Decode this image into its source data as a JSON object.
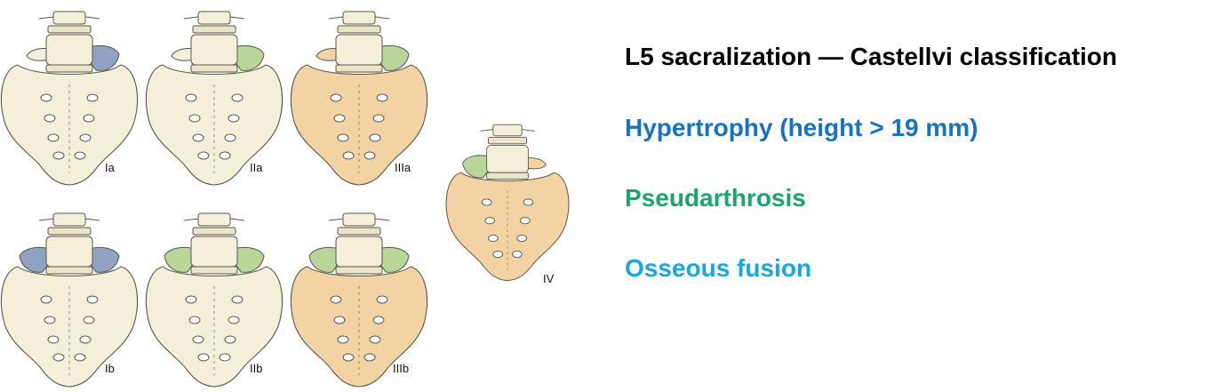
{
  "title": "L5 sacralization — Castellvi classification",
  "colors": {
    "bone": "#f4efd8",
    "bone_outline": "#5a564a",
    "fused_bone": "#f3d3a4",
    "hypertrophy": "#8fa2c2",
    "pseudarthrosis": "#b8d69a",
    "hypertrophy_text": "#1573c1",
    "pseudarthrosis_text": "#1aa66a",
    "osseous_text": "#19a6e6"
  },
  "types": [
    {
      "label": "Ia",
      "icon": "sacrum-type-ia-icon"
    },
    {
      "label": "IIa",
      "icon": "sacrum-type-iia-icon"
    },
    {
      "label": "IIIa",
      "icon": "sacrum-type-iiia-icon"
    },
    {
      "label": "Ib",
      "icon": "sacrum-type-ib-icon"
    },
    {
      "label": "IIb",
      "icon": "sacrum-type-iib-icon"
    },
    {
      "label": "IIIb",
      "icon": "sacrum-type-iiib-icon"
    },
    {
      "label": "IV",
      "icon": "sacrum-type-iv-icon"
    }
  ],
  "legend": {
    "hypertrophy": "Hypertrophy (height > 19 mm)",
    "pseudarthrosis": "Pseudarthrosis",
    "osseous": "Osseous fusion"
  }
}
